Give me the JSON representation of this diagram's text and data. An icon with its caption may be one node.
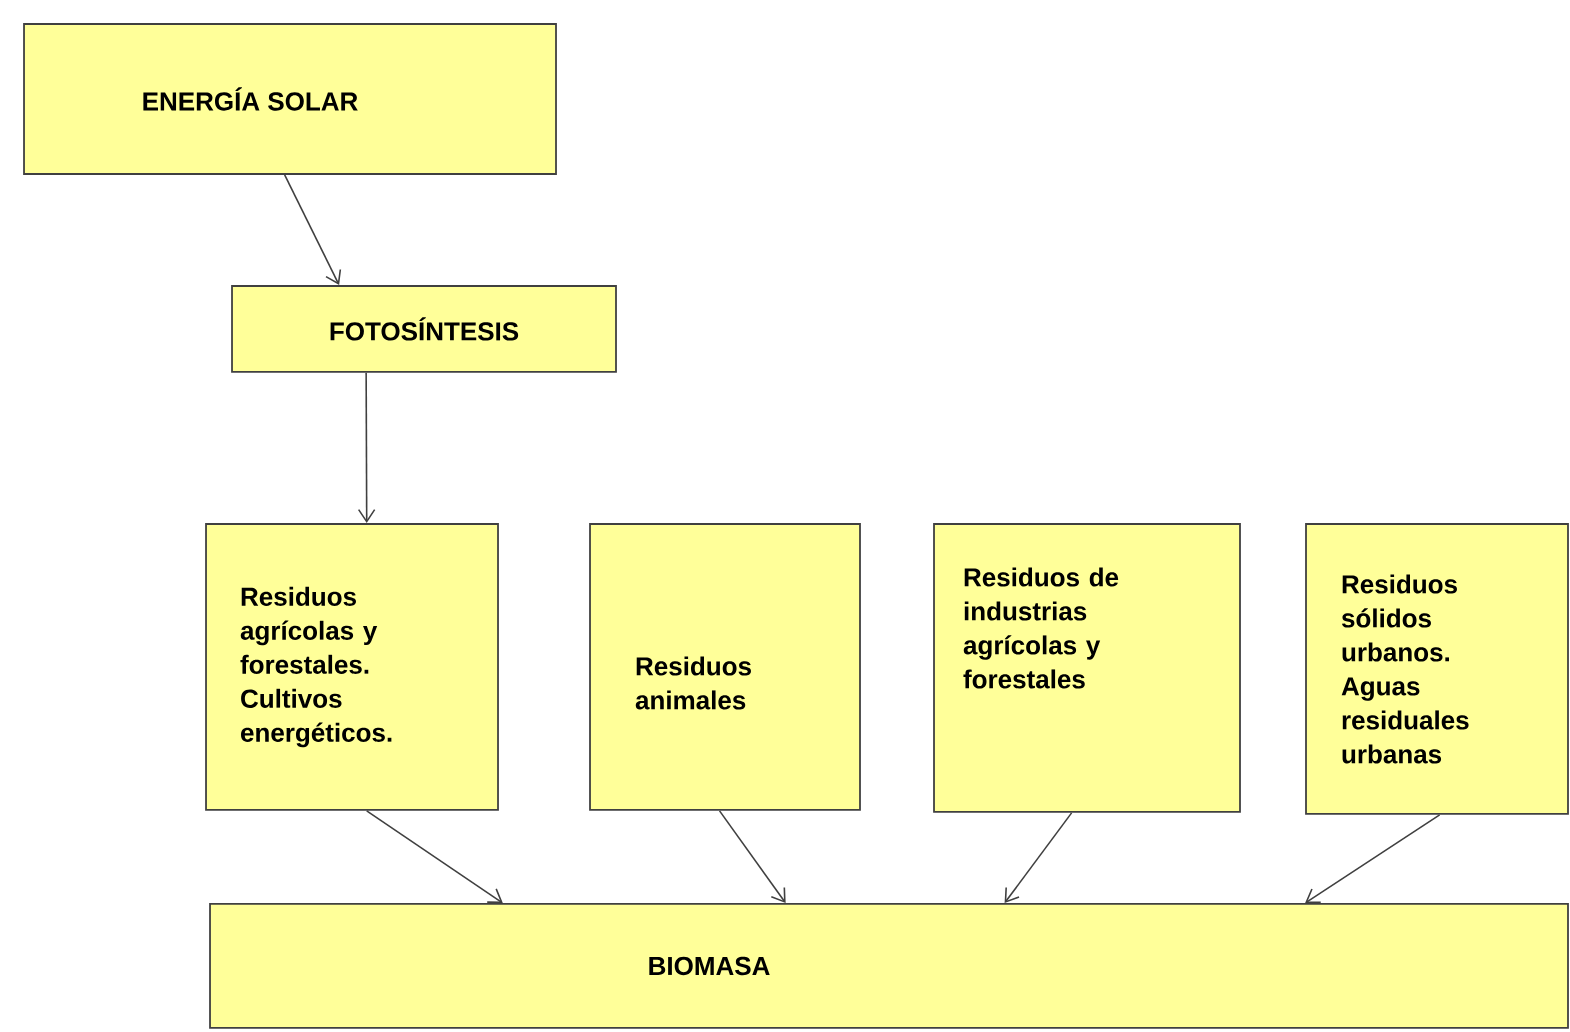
{
  "diagram": {
    "nodes": [
      {
        "text": [
          "ENERGÍA SOLAR"
        ]
      },
      {
        "text": [
          "FOTOSÍNTESIS"
        ]
      },
      {
        "text": [
          "Residuos agrícolas y forestales. Cultivos energéticos."
        ]
      },
      {
        "text": [
          "Residuos animales"
        ]
      },
      {
        "text": [
          "Residuos de industrias agrícolas y forestales"
        ]
      },
      {
        "text": [
          "Residuos sólidos urbanos. Aguas residuales urbanas"
        ]
      },
      {
        "text": [
          "BIOMASA"
        ]
      }
    ],
    "edges": [
      {
        "from": 0,
        "to": 1,
        "arrow": "to"
      },
      {
        "from": 1,
        "to": 2,
        "arrow": "to"
      },
      {
        "from": 2,
        "to": 6,
        "arrow": "to"
      },
      {
        "from": 3,
        "to": 6,
        "arrow": "to"
      },
      {
        "from": 4,
        "to": 6,
        "arrow": "to"
      },
      {
        "from": 5,
        "to": 6,
        "arrow": "to"
      }
    ]
  }
}
